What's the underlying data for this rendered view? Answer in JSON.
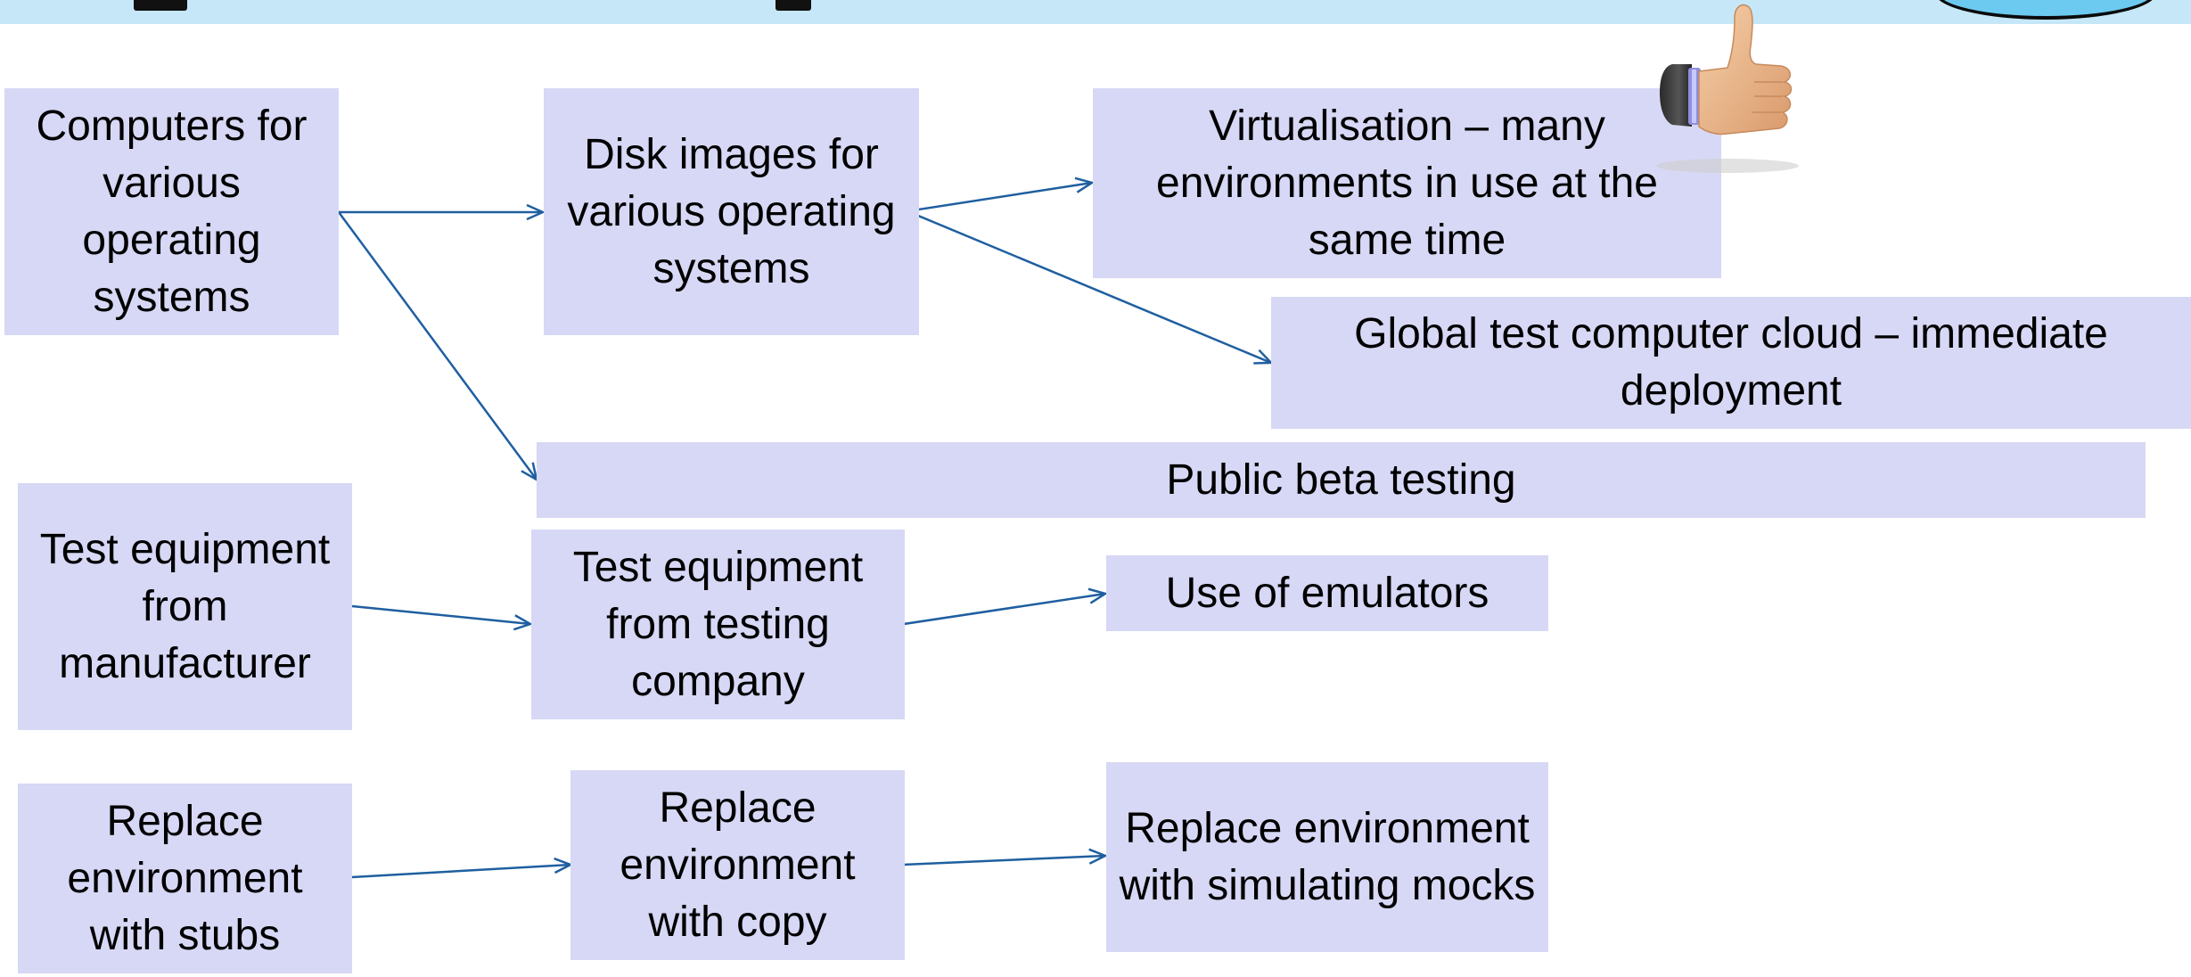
{
  "colors": {
    "box_fill": "#d7d8f5",
    "arrow": "#1f5fa0",
    "header_band": "#c6e7f8"
  },
  "icons": {
    "thumbs_up": "thumbs-up-icon"
  },
  "boxes": {
    "computers": "Computers for various operating systems",
    "disk_images": "Disk images for various operating systems",
    "virtualisation": "Virtualisation – many environments in use at the same time",
    "global_cloud": "Global test computer cloud – immediate deployment",
    "public_beta": "Public beta testing",
    "test_equipment_manufacturer": "Test equipment from manufacturer",
    "test_equipment_company": "Test equipment from testing company",
    "emulators": "Use of emulators",
    "stubs": "Replace environment with stubs",
    "copy": "Replace environment with copy",
    "mocks": "Replace environment with simulating mocks"
  }
}
